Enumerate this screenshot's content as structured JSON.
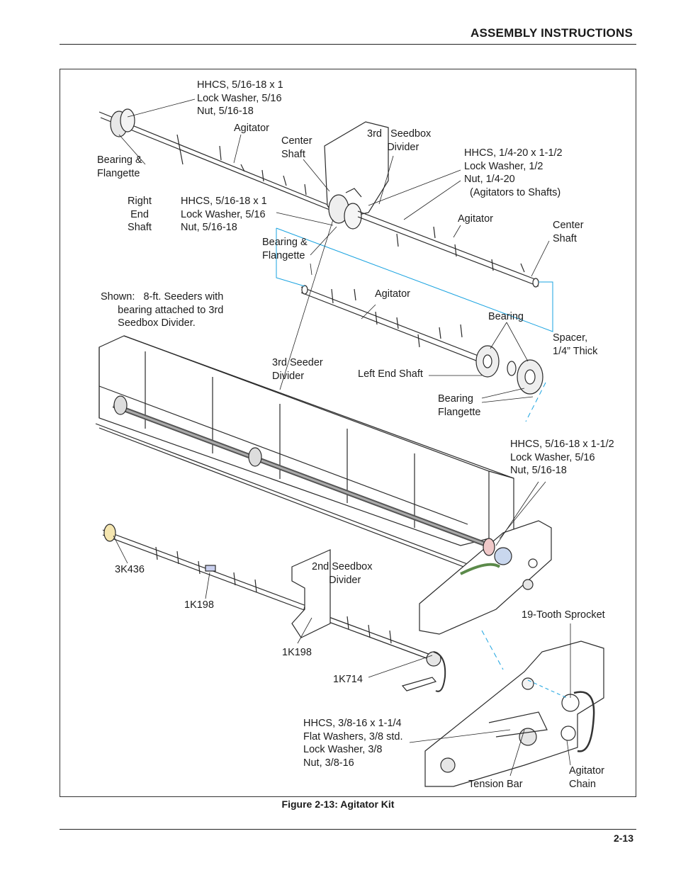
{
  "header": {
    "title": "ASSEMBLY INSTRUCTIONS"
  },
  "figure": {
    "caption": "Figure 2-13:  Agitator Kit",
    "labels": {
      "hhcs_top": "HHCS, 5/16-18 x 1\nLock Washer, 5/16\nNut, 5/16-18",
      "agitator_top": "Agitator",
      "center_shaft_top": "Center\nShaft",
      "seedbox_divider_3rd": "3rd   Seedbox\n       Divider",
      "bearing_flangette_left": "Bearing &\nFlangette",
      "hhcs_quarter": "HHCS, 1/4-20 x 1-1/2\nLock Washer, 1/2\nNut, 1/4-20\n  (Agitators to Shafts)",
      "right_end_shaft": "  Right\n   End\n  Shaft",
      "hhcs_mid": "HHCS, 5/16-18 x 1\nLock Washer, 5/16\nNut, 5/16-18",
      "agitator_right": "Agitator",
      "center_shaft_right": "Center\nShaft",
      "bearing_flangette_mid": "Bearing &\nFlangette",
      "shown_note": "Shown:   8-ft. Seeders with\n      bearing attached to 3rd\n      Seedbox Divider.",
      "agitator_mid": "Agitator",
      "bearing": "Bearing",
      "spacer": "Spacer,\n1/4” Thick",
      "seeder_divider_3rd": "3rd Seeder\nDivider",
      "left_end_shaft": "Left End Shaft",
      "bearing_flangette_lower": "Bearing\nFlangette",
      "hhcs_lower": "HHCS, 5/16-18 x 1-1/2\nLock Washer, 5/16\nNut, 5/16-18",
      "part_3k436": "3K436",
      "seedbox_divider_2nd": "2nd Seedbox\n      Divider",
      "part_1k198_a": "1K198",
      "tooth_sprocket": "19-Tooth Sprocket",
      "part_1k198_b": "1K198",
      "part_1k714": "1K714",
      "hhcs_bottom": "HHCS, 3/8-16 x 1-1/4\nFlat Washers, 3/8 std.\nLock Washer, 3/8\nNut, 3/8-16",
      "agitator_chain": "Agitator\nChain",
      "tension_bar": "Tension Bar"
    }
  },
  "footer": {
    "page_number": "2-13"
  }
}
